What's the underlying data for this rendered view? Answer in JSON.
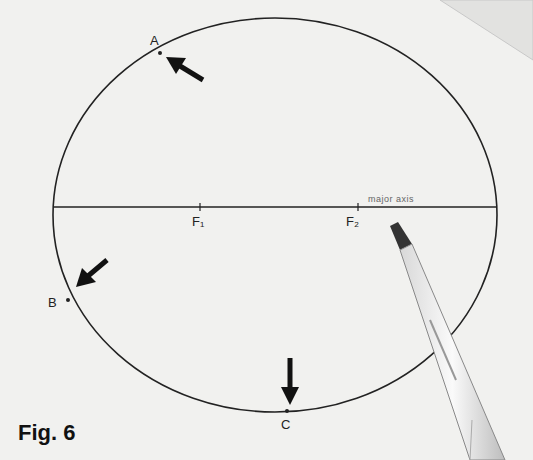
{
  "diagram": {
    "caption": "Fig. 6",
    "labels": [
      "A",
      "B",
      "C",
      "F₁",
      "F₂",
      "major axis"
    ]
  }
}
